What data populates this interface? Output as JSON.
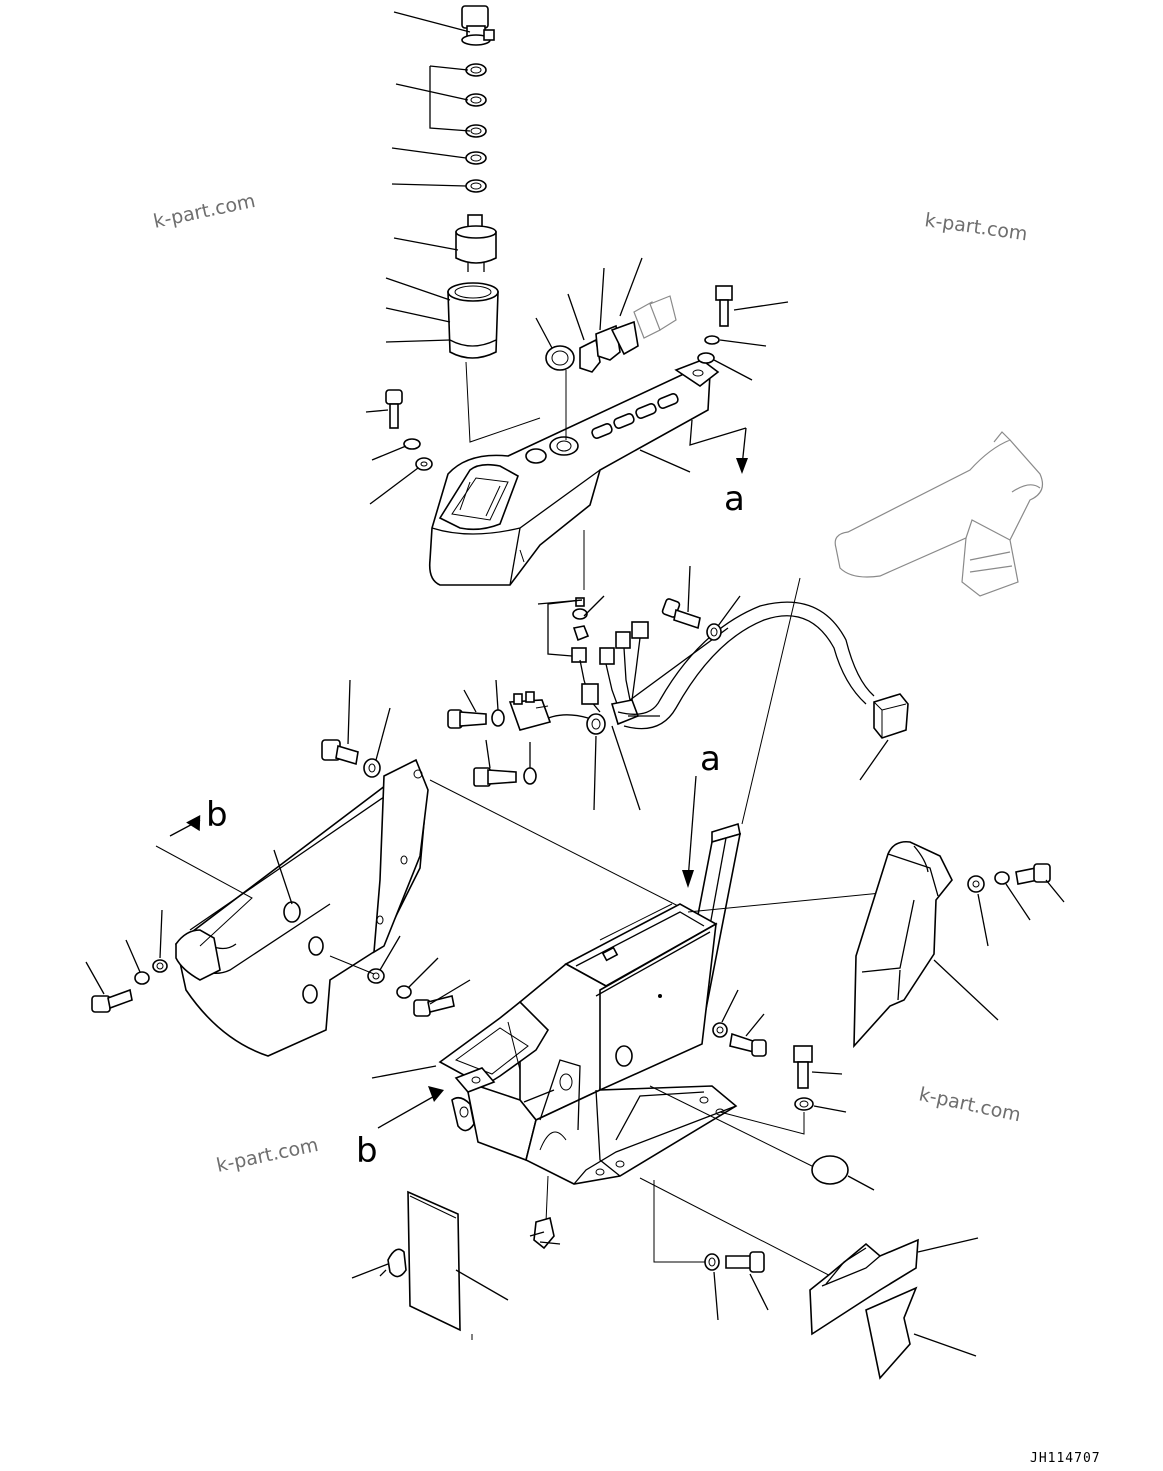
{
  "diagram": {
    "reference_labels": {
      "a_upper": "a",
      "a_lower": "a",
      "b_left": "b",
      "b_lower": "b"
    },
    "watermarks": [
      "k-part.com",
      "k-part.com",
      "k-part.com",
      "k-part.com"
    ],
    "drawing_code": "JH114707"
  }
}
